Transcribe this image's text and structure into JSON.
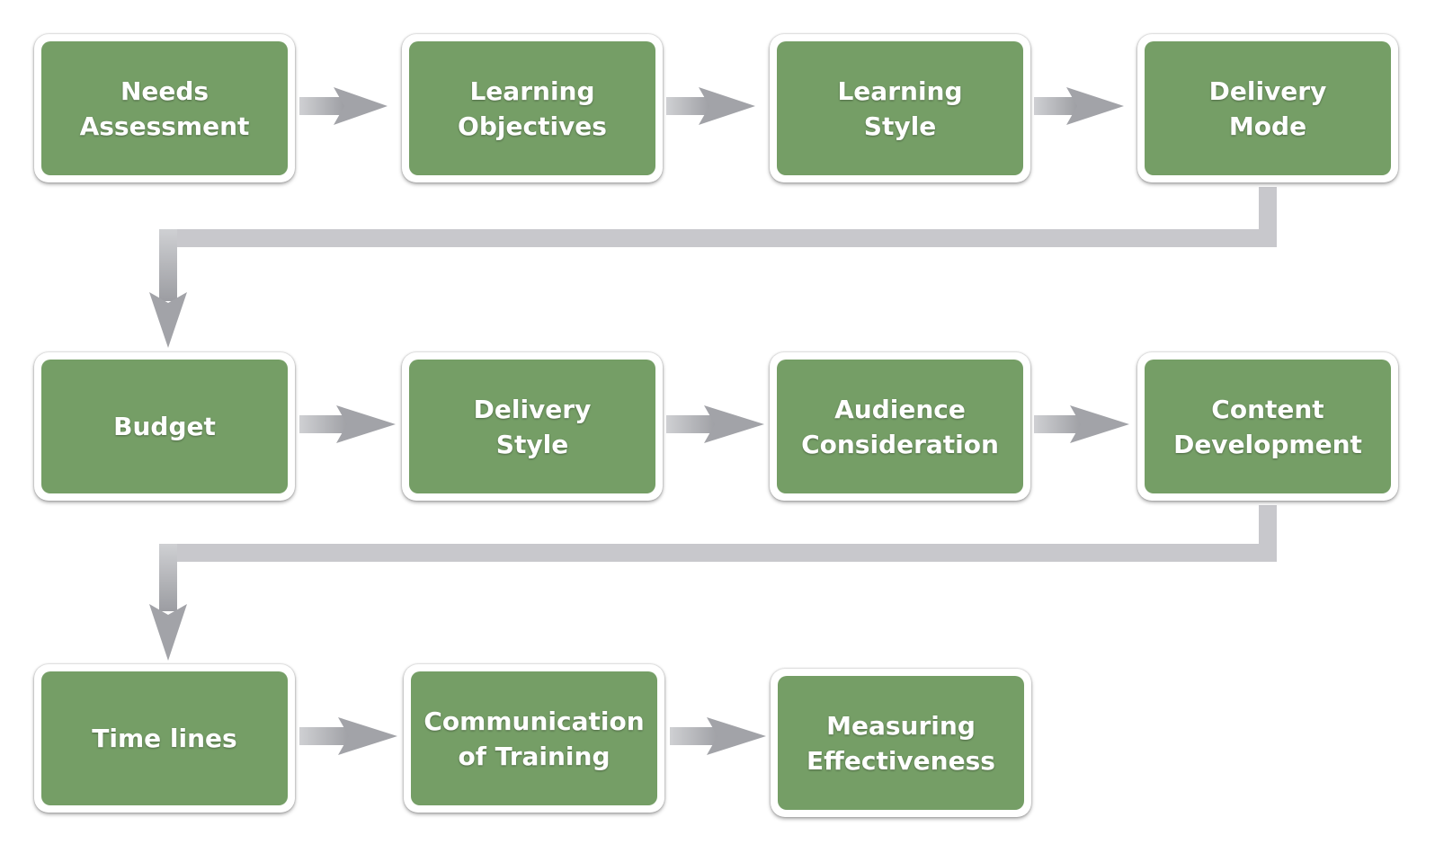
{
  "colors": {
    "box_fill": "#759e66",
    "box_border": "#ffffff",
    "text": "#ffffff",
    "connector": "#c8c8cc",
    "arrow_head": "#a2a3a8"
  },
  "steps": [
    {
      "id": "needs-assessment",
      "label": "Needs\nAssessment"
    },
    {
      "id": "learning-objectives",
      "label": "Learning\nObjectives"
    },
    {
      "id": "learning-style",
      "label": "Learning\nStyle"
    },
    {
      "id": "delivery-mode",
      "label": "Delivery\nMode"
    },
    {
      "id": "budget",
      "label": "Budget"
    },
    {
      "id": "delivery-style",
      "label": "Delivery\nStyle"
    },
    {
      "id": "audience-consideration",
      "label": "Audience\nConsideration"
    },
    {
      "id": "content-development",
      "label": "Content\nDevelopment"
    },
    {
      "id": "time-lines",
      "label": "Time lines"
    },
    {
      "id": "communication-of-training",
      "label": "Communication\nof Training"
    },
    {
      "id": "measuring-effectiveness",
      "label": "Measuring\nEffectiveness"
    }
  ]
}
